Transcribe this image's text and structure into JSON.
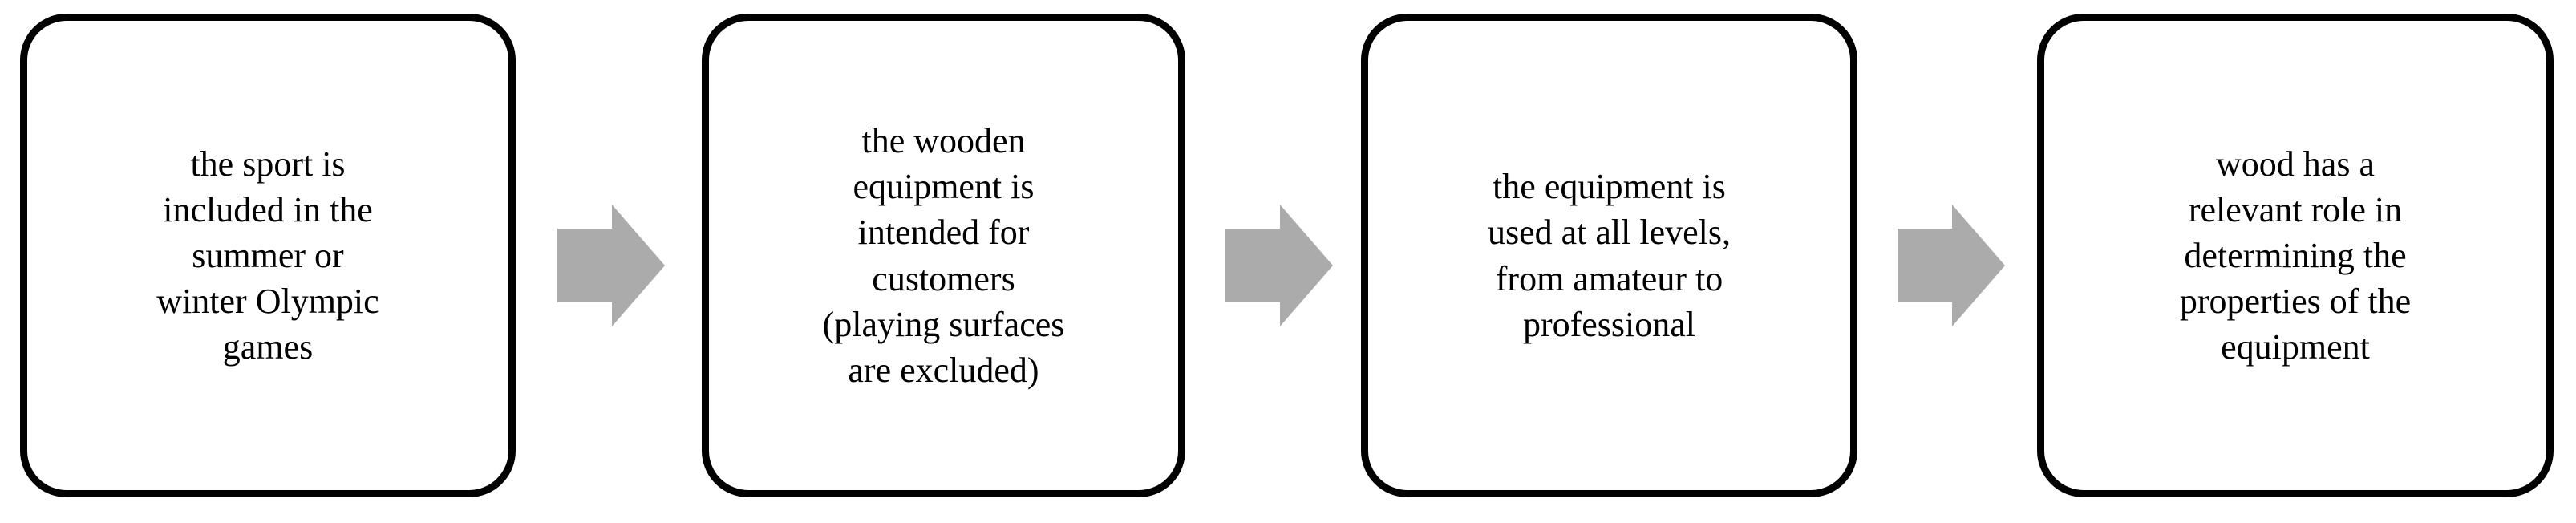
{
  "diagram": {
    "type": "flowchart",
    "orientation": "left-to-right",
    "background_color": "#FFFFFF",
    "node_style": {
      "fill": "#FFFFFF",
      "border_color": "#000000",
      "text_color": "#000000",
      "shape": "rounded-rectangle"
    },
    "arrow_color": "#ABABAB",
    "nodes": [
      {
        "id": "node-1",
        "text": "the sport is\nincluded in the\nsummer or\nwinter Olympic\ngames"
      },
      {
        "id": "node-2",
        "text": "the wooden\nequipment is\nintended for\ncustomers\n(playing surfaces\nare excluded)"
      },
      {
        "id": "node-3",
        "text": "the equipment is\nused at all levels,\nfrom amateur to\nprofessional"
      },
      {
        "id": "node-4",
        "text": "wood has a\nrelevant role in\ndetermining the\nproperties of the\nequipment"
      }
    ],
    "connectors": [
      {
        "id": "arrow-1",
        "icon": "right-arrow-icon",
        "from": "node-1",
        "to": "node-2"
      },
      {
        "id": "arrow-2",
        "icon": "right-arrow-icon",
        "from": "node-2",
        "to": "node-3"
      },
      {
        "id": "arrow-3",
        "icon": "right-arrow-icon",
        "from": "node-3",
        "to": "node-4"
      }
    ]
  }
}
